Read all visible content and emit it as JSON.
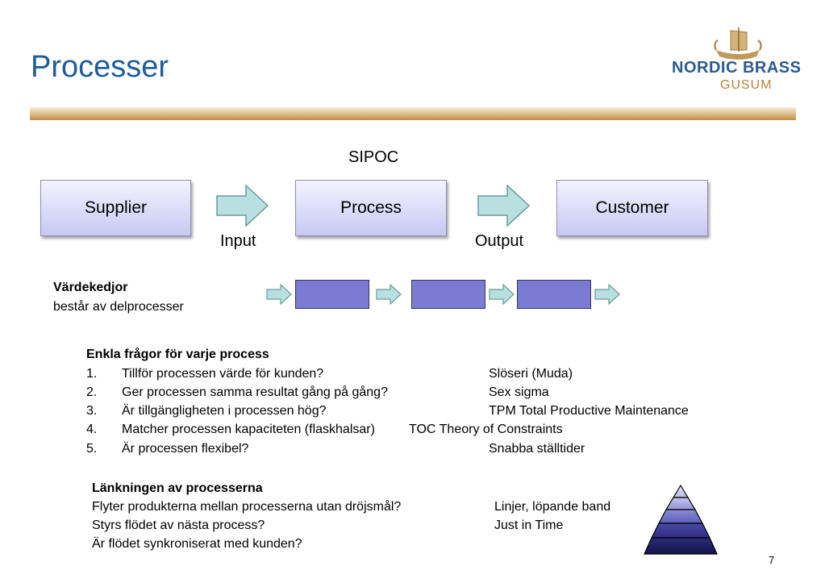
{
  "header": {
    "title": "Processer"
  },
  "logo": {
    "line1": "NORDIC BRASS",
    "line2": "GUSUM"
  },
  "sipoc": {
    "title": "SIPOC",
    "supplier": "Supplier",
    "process": "Process",
    "customer": "Customer",
    "input": "Input",
    "output": "Output"
  },
  "value_chain": {
    "heading": "Värdekedjor",
    "subtitle": "består av delprocesser"
  },
  "questions": {
    "heading": "Enkla frågor för varje process",
    "items": [
      {
        "num": "1.",
        "text": "Tillför processen värde för kunden?",
        "answer": "Slöseri (Muda)"
      },
      {
        "num": "2.",
        "text": "Ger processen samma resultat gång på gång?",
        "answer": "Sex sigma"
      },
      {
        "num": "3.",
        "text": "Är tillgängligheten i processen hög?",
        "answer": "TPM Total Productive Maintenance"
      },
      {
        "num": "4.",
        "text": "Matcher processen kapaciteten (flaskhalsar)",
        "answer": "TOC Theory of Constraints"
      },
      {
        "num": "5.",
        "text": "Är processen flexibel?",
        "answer": "Snabba ställtider"
      }
    ]
  },
  "linking": {
    "heading": "Länkningen av processerna",
    "lines": [
      {
        "text": "Flyter produkterna mellan processerna utan dröjsmål?",
        "answer": "Linjer, löpande band"
      },
      {
        "text": "Styrs flödet av nästa process?",
        "answer": "Just in Time"
      },
      {
        "text": "Är flödet synkroniserat med kunden?",
        "answer": ""
      }
    ]
  },
  "footer": {
    "page_number": "7"
  }
}
